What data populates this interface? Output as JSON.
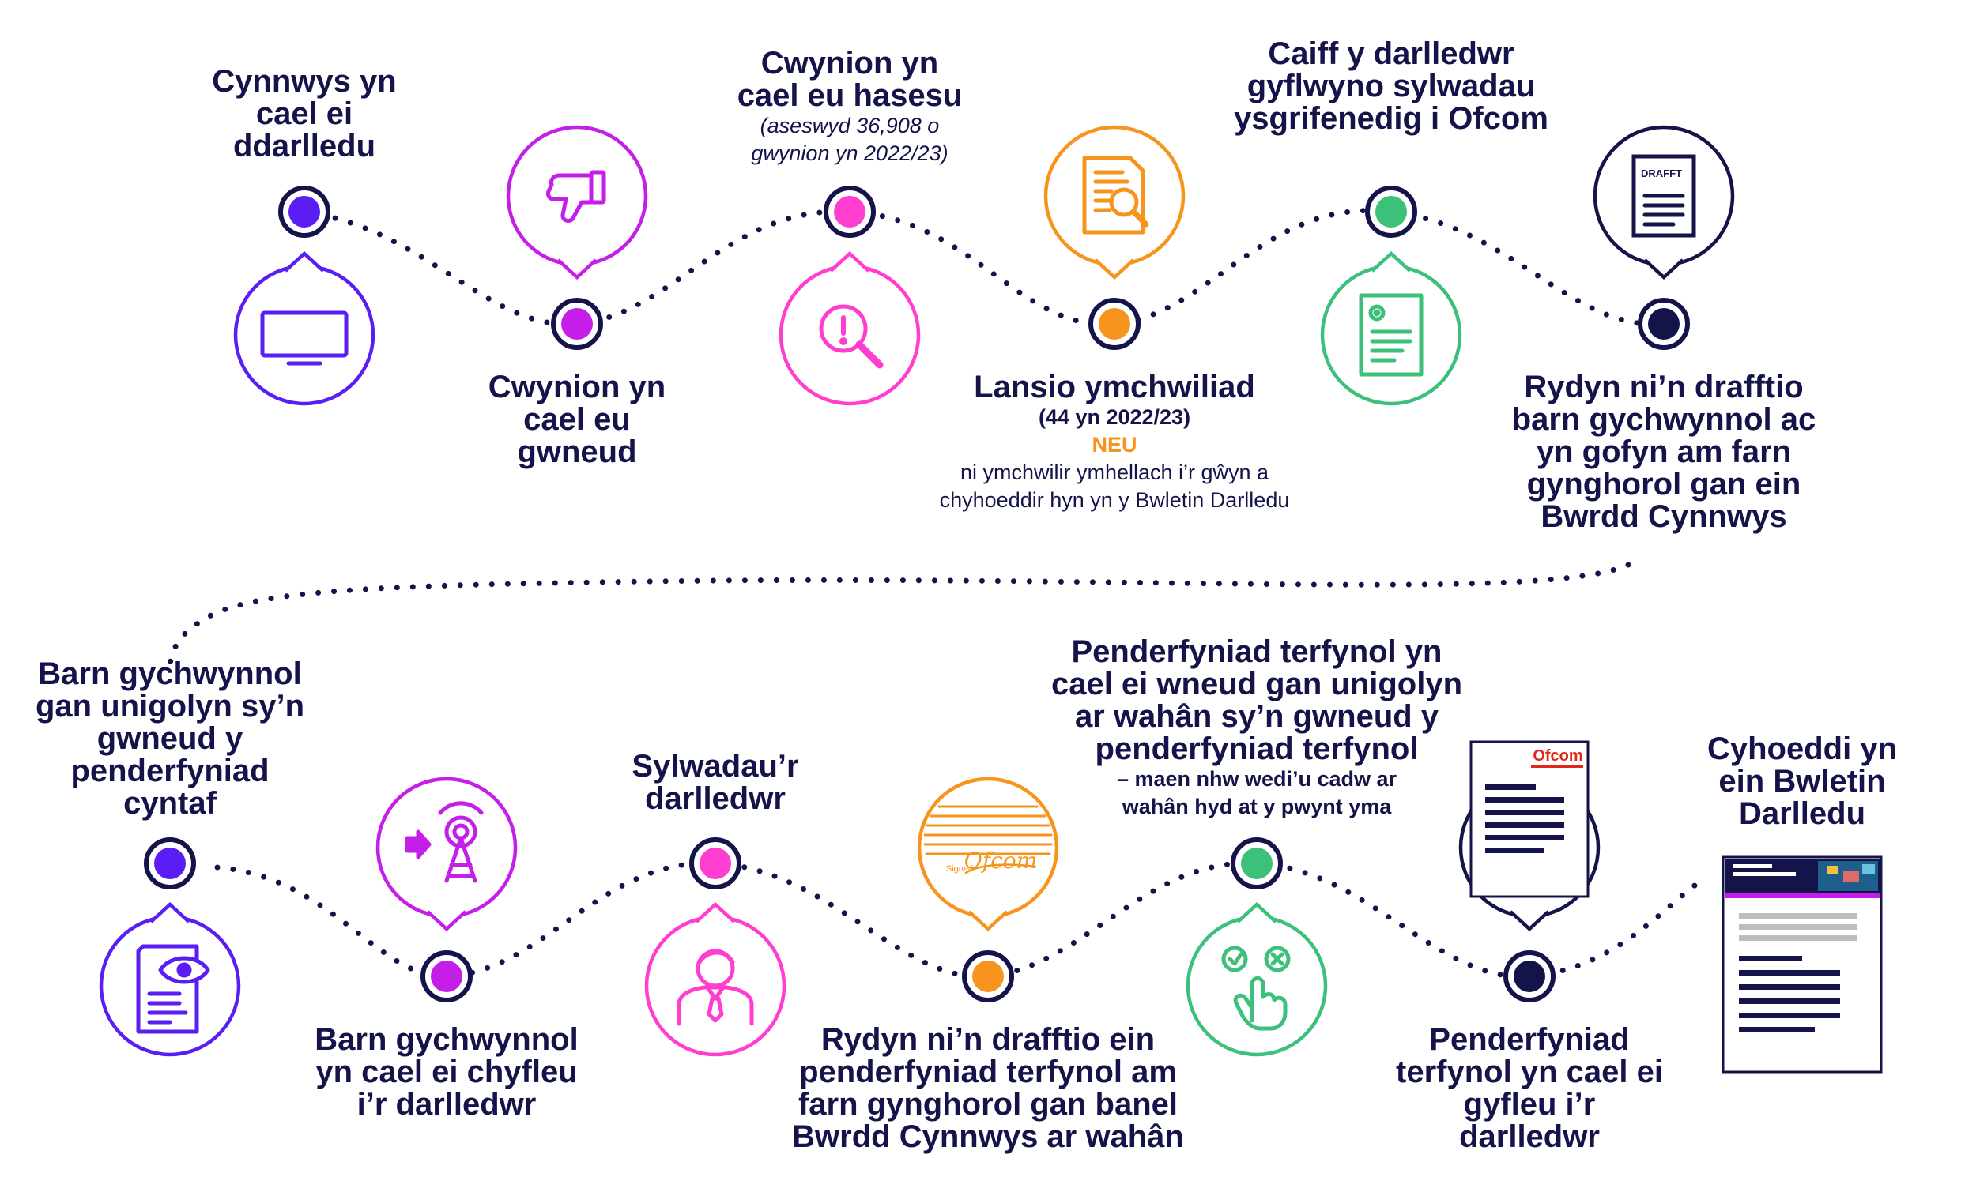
{
  "colors": {
    "navy": "#14144a",
    "purple": "#5a1df3",
    "magenta": "#c51ee8",
    "pink": "#ff3dcf",
    "orange": "#f7941d",
    "green": "#3cc07a"
  },
  "brand": {
    "logo_text": "Ofcom",
    "signed_text": "Signed",
    "draft_text": "DRAFFT"
  },
  "steps": [
    {
      "id": "broadcast",
      "title": "Cynnwys yn cael ei ddarlledu",
      "icon": "tv-icon"
    },
    {
      "id": "complaints-made",
      "title": "Cwynion yn cael eu gwneud",
      "icon": "thumbs-down-icon"
    },
    {
      "id": "complaints-assessed",
      "title": "Cwynion yn cael eu hasesu",
      "note": "(aseswyd 36,908 o gwynion yn 2022/23)",
      "icon": "alert-magnifier-icon"
    },
    {
      "id": "investigation",
      "title": "Lansio ymchwiliad",
      "note": "(44 yn 2022/23)",
      "or_label": "NEU",
      "alternative": "ni ymchwilir ymhellach i’r gŵyn a chyhoeddir hyn yn y Bwletin Darlledu",
      "icon": "document-search-icon"
    },
    {
      "id": "written-representations",
      "title": "Caiff y darlledwr gyflwyno sylwadau ysgrifenedig i Ofcom",
      "icon": "certificate-icon"
    },
    {
      "id": "draft-preliminary",
      "title": "Rydyn ni’n drafftio barn gychwynnol ac yn gofyn am farn gynghorol gan ein Bwrdd Cynnwys",
      "icon": "draft-document-icon"
    },
    {
      "id": "preliminary-view",
      "title": "Barn gychwynnol gan unigolyn sy’n gwneud y penderfyniad cyntaf",
      "icon": "eye-document-icon"
    },
    {
      "id": "preliminary-sent",
      "title": "Barn gychwynnol yn cael ei chyfleu i’r darlledwr",
      "icon": "broadcast-tower-icon"
    },
    {
      "id": "broadcaster-reps",
      "title": "Sylwadau’r darlledwr",
      "icon": "person-icon"
    },
    {
      "id": "draft-final",
      "title": "Rydyn ni’n drafftio ein penderfyniad terfynol am farn gynghorol gan banel Bwrdd Cynnwys ar wahân",
      "icon": "signed-letter-icon"
    },
    {
      "id": "final-decision",
      "title": "Penderfyniad terfynol yn cael ei wneud gan unigolyn ar wahân sy’n gwneud y penderfyniad terfynol",
      "note": "– maen nhw wedi’u cadw ar wahân hyd at y pwynt yma",
      "icon": "choice-touch-icon"
    },
    {
      "id": "final-sent",
      "title": "Penderfyniad terfynol yn cael ei gyfleu i’r darlledwr",
      "icon": "ofcom-letter-icon"
    },
    {
      "id": "publish",
      "title": "Cyhoeddi yn ein Bwletin Darlledu",
      "icon": "bulletin-icon"
    }
  ]
}
